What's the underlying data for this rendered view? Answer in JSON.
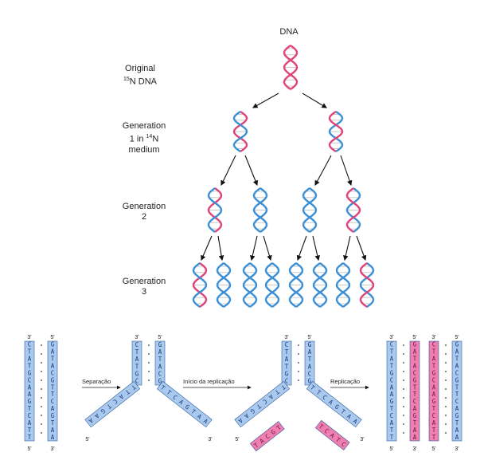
{
  "top_title": "DNA",
  "row_labels": {
    "original_line1": "Original",
    "original_sup": "15",
    "original_line2": "N DNA",
    "gen1_line1": "Generation",
    "gen1_line2a": "1 in ",
    "gen1_sup": "14",
    "gen1_line2b": "N",
    "gen1_line3": "medium",
    "gen2_line1": "Generation",
    "gen2_line2": "2",
    "gen3_line1": "Generation",
    "gen3_line2": "3"
  },
  "colors": {
    "old_strand": "#e0427a",
    "new_strand": "#3b8fd6",
    "strand_box_blue": "#a9c9ee",
    "strand_box_pink": "#ef7fb0",
    "arrow": "#111111"
  },
  "bottom": {
    "three_prime": "3'",
    "five_prime": "5'",
    "seq_left": "CTATGCAAGTCATT",
    "seq_right": "GATACGTTCAGTAA",
    "step1": "Separação",
    "step2": "Início da replicação",
    "step3": "Replicação"
  }
}
